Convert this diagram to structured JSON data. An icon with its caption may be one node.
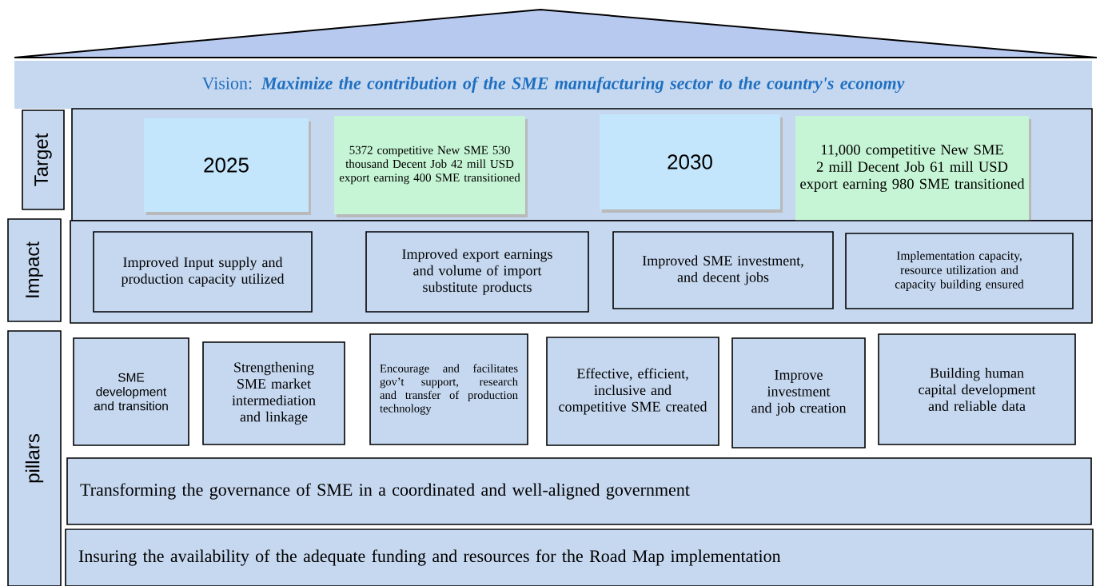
{
  "diagram": {
    "nodes": [
      {
        "text": [
          "Vision: **Maximize the contribution of the SME manufacturing sector to the country's economy**"
        ]
      },
      {
        "text": [
          "Target"
        ]
      },
      {
        "text": [],
        "shape": "box"
      },
      {
        "text": [
          "2025"
        ],
        "in": 2
      },
      {
        "text": [
          "5372 competitive New SME 530 thousand Decent Job 42 mill USD export earning 400 SME transitioned"
        ],
        "in": 2
      },
      {
        "text": [
          "2030"
        ],
        "in": 2
      },
      {
        "text": [
          "11,000 competitive New SME 2 mill Decent Job 61 mill USD export earning 980 SME transitioned"
        ],
        "in": 2
      },
      {
        "text": [
          "Impact"
        ]
      },
      {
        "text": [],
        "shape": "box"
      },
      {
        "text": [
          "Improved Input supply and production capacity utilized"
        ],
        "in": 8
      },
      {
        "text": [
          "Improved export earnings and volume of import substitute products"
        ],
        "in": 8
      },
      {
        "text": [
          "Improved SME investment, and decent jobs"
        ],
        "in": 8
      },
      {
        "text": [
          "Implementation capacity, resource utilization and capacity building ensured"
        ],
        "in": 8
      },
      {
        "text": [
          "pillars"
        ]
      },
      {
        "text": [
          "SME development and transition"
        ]
      },
      {
        "text": [
          "Strengthening SME market intermediation and linkage"
        ]
      },
      {
        "text": [
          "Encourage and facilitates gov’t support, research and transfer of production technology"
        ]
      },
      {
        "text": [
          "Effective, efficient, inclusive and competitive SME created"
        ]
      },
      {
        "text": [
          "Improve investment and job creation"
        ]
      },
      {
        "text": [
          "Building human capital development and reliable data"
        ]
      },
      {
        "text": [
          "Transforming the governance of SME in a coordinated and well-aligned government"
        ]
      },
      {
        "text": [
          "Insuring the availability of the adequate funding and resources for the Road Map implementation"
        ]
      }
    ]
  }
}
